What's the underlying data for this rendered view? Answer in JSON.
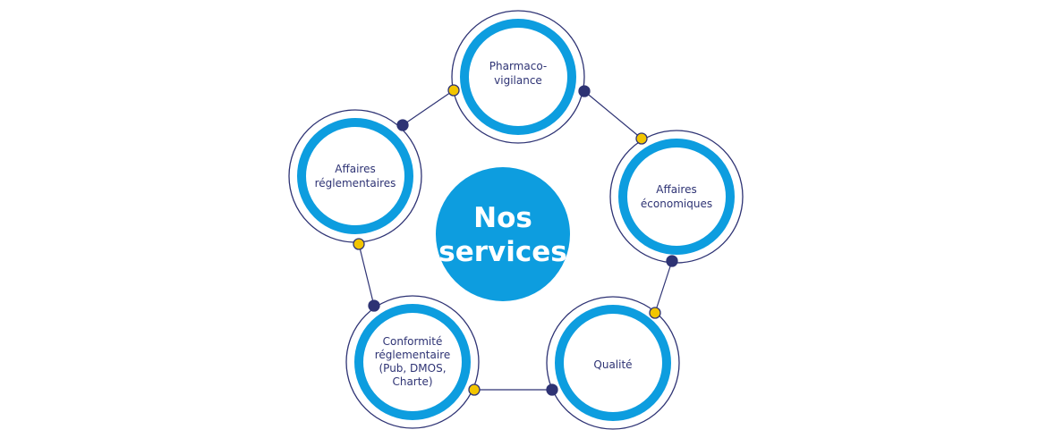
{
  "colors": {
    "accent_blue": "#0d9ddf",
    "navy": "#2e3374",
    "dot_yellow": "#f2c500",
    "dot_navy": "#2e3374",
    "background": "#ffffff"
  },
  "center": {
    "line1": "Nos",
    "line2": "services"
  },
  "nodes": [
    {
      "id": "pharmacovigilance",
      "lines": [
        "Pharmaco-",
        "vigilance"
      ]
    },
    {
      "id": "affaires-economiques",
      "lines": [
        "Affaires",
        "économiques"
      ]
    },
    {
      "id": "qualite",
      "lines": [
        "Qualité"
      ]
    },
    {
      "id": "conformite-reglementaire",
      "lines": [
        "Conformité",
        "réglementaire",
        "(Pub, DMOS,",
        "Charte)"
      ]
    },
    {
      "id": "affaires-reglementaires",
      "lines": [
        "Affaires",
        "réglementaires"
      ]
    }
  ]
}
